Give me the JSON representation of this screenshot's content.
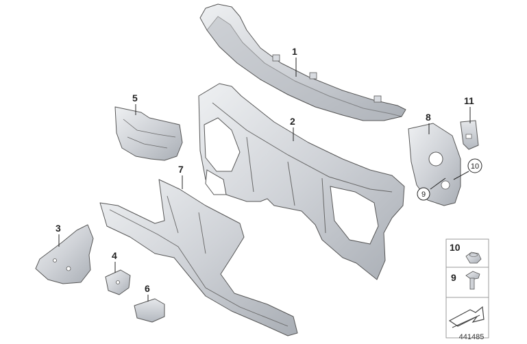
{
  "callouts": {
    "p1": "1",
    "p2": "2",
    "p3": "3",
    "p4": "4",
    "p5": "5",
    "p6": "6",
    "p7": "7",
    "p8": "8",
    "p9": "9",
    "p10": "10",
    "p11": "11"
  },
  "legend": {
    "item10": "10",
    "item9": "9"
  },
  "diagram_number": "441485",
  "colors": {
    "metal_light": "#e4e6e9",
    "metal_mid": "#c9ccd1",
    "metal_dark": "#9ea3aa",
    "outline": "#555555",
    "legend_border": "#9a9a9a",
    "legend_bg": "#ffffff"
  }
}
